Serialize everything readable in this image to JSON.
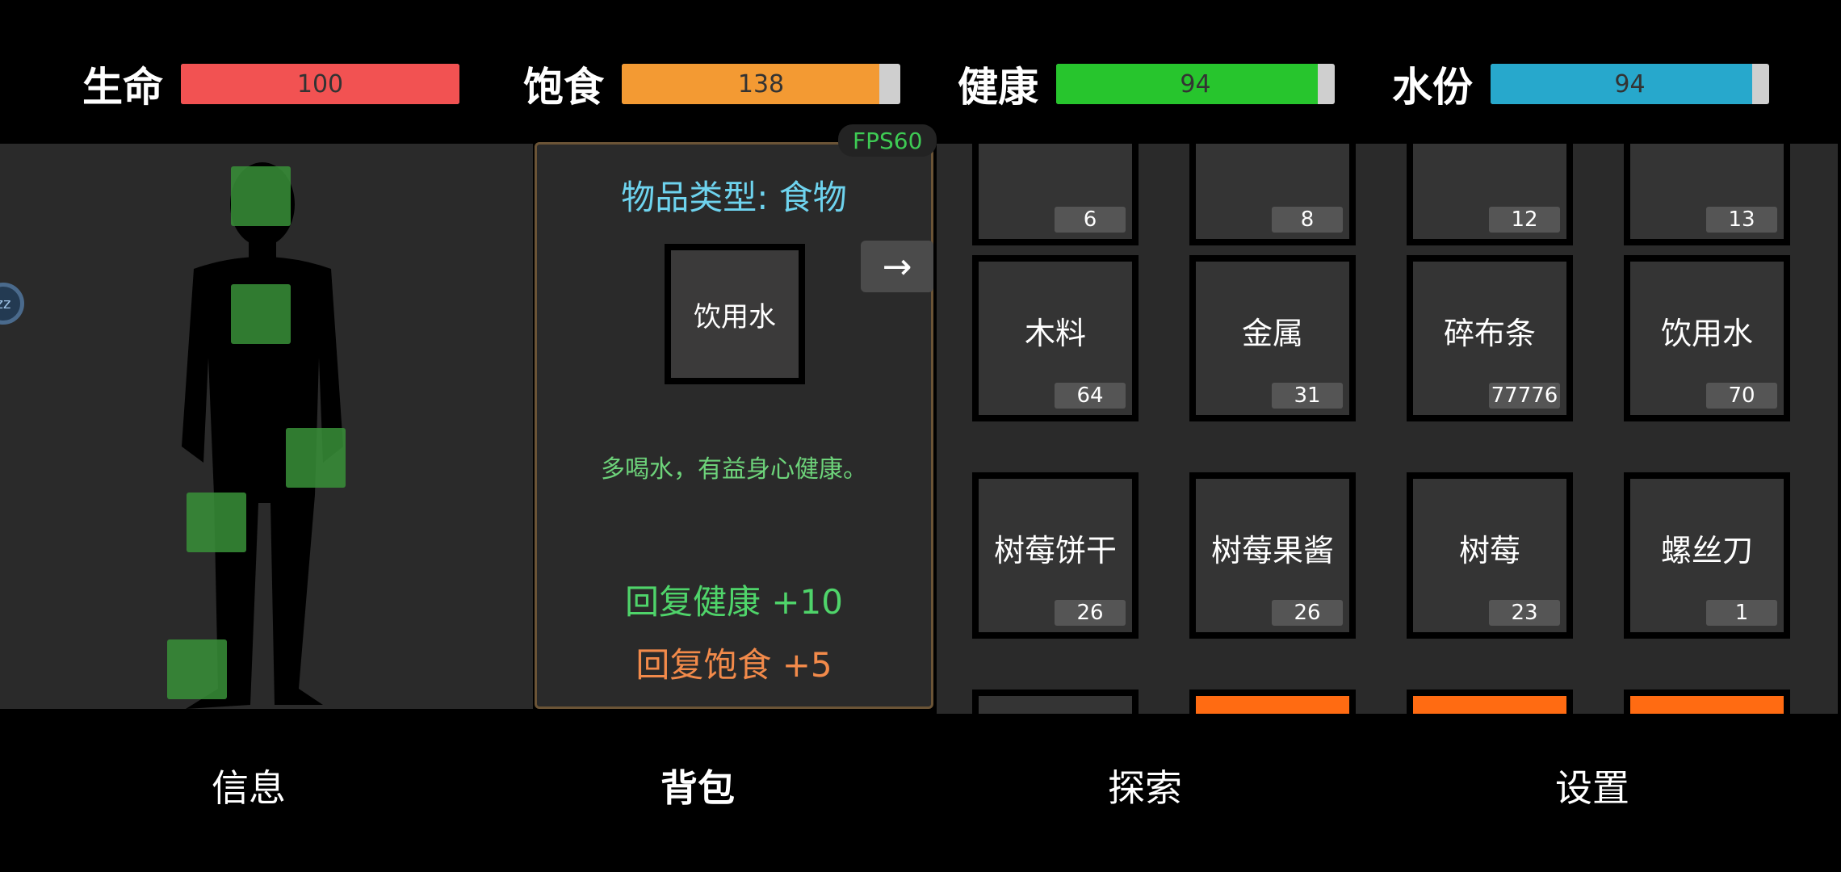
{
  "stats": [
    {
      "label": "生命",
      "value": "100",
      "fill": 1.0,
      "color": "#f25252"
    },
    {
      "label": "饱食",
      "value": "138",
      "fill": 0.925,
      "color": "#f39a33"
    },
    {
      "label": "健康",
      "value": "94",
      "fill": 0.94,
      "color": "#27c52d"
    },
    {
      "label": "水份",
      "value": "94",
      "fill": 0.94,
      "color": "#27a8cc"
    }
  ],
  "fps": "FPS60",
  "detail": {
    "type_text": "物品类型: 食物",
    "item_name": "饮用水",
    "description": "多喝水，有益身心健康。",
    "effect_health": "回复健康 +10",
    "effect_hunger": "回复饱食 +5",
    "arrow": "→"
  },
  "edge_badge": "zz",
  "inventory": {
    "top_counts": [
      "6",
      "8",
      "12",
      "13"
    ],
    "row1": [
      {
        "name": "木料",
        "count": "64"
      },
      {
        "name": "金属",
        "count": "31"
      },
      {
        "name": "碎布条",
        "count": "77776"
      },
      {
        "name": "饮用水",
        "count": "70"
      }
    ],
    "row2": [
      {
        "name": "树莓饼干",
        "count": "26"
      },
      {
        "name": "树莓果酱",
        "count": "26"
      },
      {
        "name": "树莓",
        "count": "23"
      },
      {
        "name": "螺丝刀",
        "count": "1"
      }
    ]
  },
  "tabs": [
    "信息",
    "背包",
    "探索",
    "设置"
  ]
}
